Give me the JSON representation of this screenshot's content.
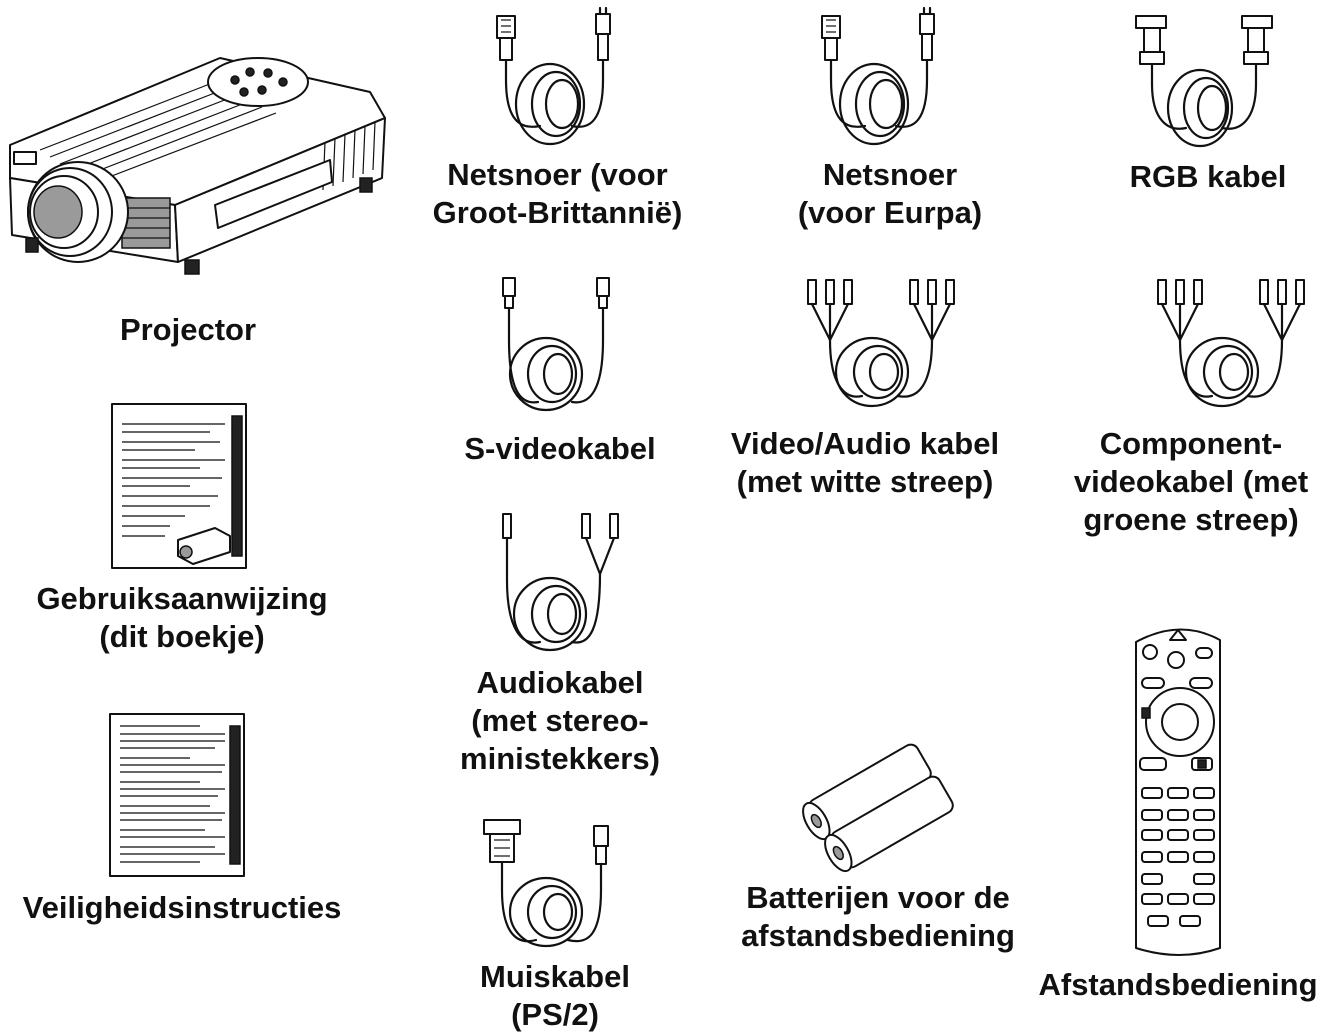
{
  "items": {
    "projector": {
      "label": "Projector"
    },
    "manual": {
      "line1": "Gebruiksaanwijzing",
      "line2": "(dit boekje)"
    },
    "safety": {
      "label": "Veiligheidsinstructies"
    },
    "power_uk": {
      "line1": "Netsnoer (voor",
      "line2": "Groot-Brittannië)"
    },
    "power_eu": {
      "line1": "Netsnoer",
      "line2": "(voor Eurpa)"
    },
    "rgb": {
      "label": "RGB kabel"
    },
    "svideo": {
      "label": "S-videokabel"
    },
    "video_audio": {
      "line1": "Video/Audio kabel",
      "line2": "(met witte streep)"
    },
    "component": {
      "line1": "Component-",
      "line2": "videokabel (met",
      "line3": "groene streep)"
    },
    "audio": {
      "line1": "Audiokabel",
      "line2": "(met stereo-",
      "line3": "ministekkers)"
    },
    "mouse": {
      "line1": "Muiskabel",
      "line2": "(PS/2)"
    },
    "batteries": {
      "line1": "Batterijen voor de",
      "line2": "afstandsbediening"
    },
    "remote": {
      "label": "Afstandsbediening"
    }
  }
}
